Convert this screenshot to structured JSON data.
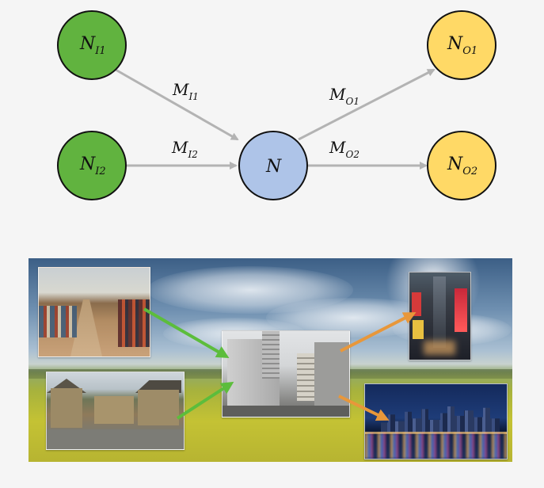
{
  "nodes": [
    {
      "id": "NI1",
      "base": "N",
      "sub": "I1",
      "color": "#61b33f"
    },
    {
      "id": "NI2",
      "base": "N",
      "sub": "I2",
      "color": "#61b33f"
    },
    {
      "id": "N",
      "base": "N",
      "sub": "",
      "color": "#aec4e8"
    },
    {
      "id": "NO1",
      "base": "N",
      "sub": "O1",
      "color": "#ffd966"
    },
    {
      "id": "NO2",
      "base": "N",
      "sub": "O2",
      "color": "#ffd966"
    }
  ],
  "edges": [
    {
      "id": "MI1",
      "base": "M",
      "sub": "I1"
    },
    {
      "id": "MI2",
      "base": "M",
      "sub": "I2"
    },
    {
      "id": "MO1",
      "base": "M",
      "sub": "O1"
    },
    {
      "id": "MO2",
      "base": "M",
      "sub": "O2"
    }
  ],
  "colors": {
    "edge": "#b3b3b3",
    "input_arrow": "#5cbd3c",
    "output_arrow": "#e8973a",
    "node_stroke": "#111111"
  },
  "photos": {
    "input_1": "market street",
    "input_2": "stone cottages",
    "center": "city street",
    "output_1": "times square at night",
    "output_2": "city skyline at night"
  }
}
